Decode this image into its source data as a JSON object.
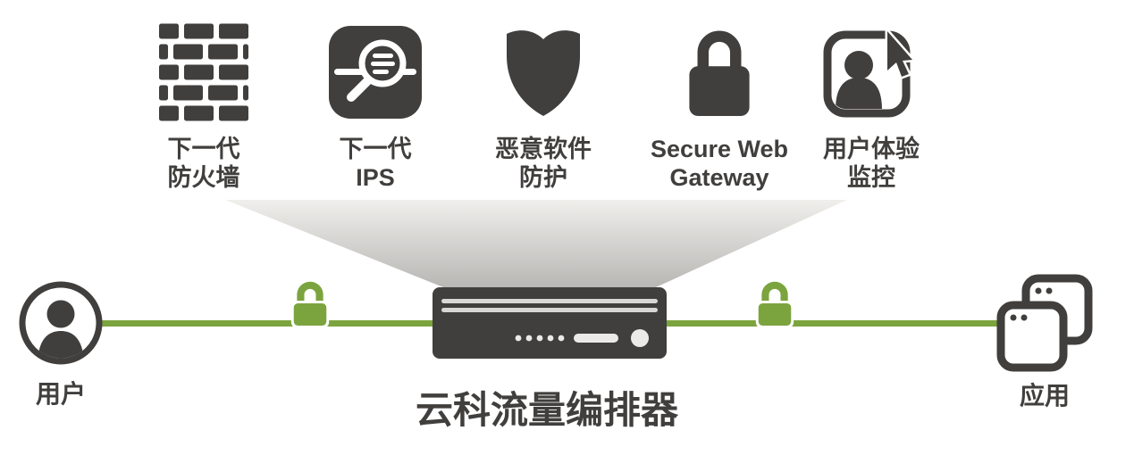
{
  "colors": {
    "dark": "#413f3d",
    "green": "#7ca43e",
    "funnel_top": "#f1efec",
    "funnel_bottom": "#b9b7b4"
  },
  "services": [
    {
      "name": "next-gen-firewall",
      "icon": "firewall-icon",
      "label_line1": "下一代",
      "label_line2": "防火墙"
    },
    {
      "name": "next-gen-ips",
      "icon": "ips-magnifier-icon",
      "label_line1": "下一代",
      "label_line2": "IPS"
    },
    {
      "name": "malware-protection",
      "icon": "shield-icon",
      "label_line1": "恶意软件",
      "label_line2": "防护"
    },
    {
      "name": "secure-web-gateway",
      "icon": "padlock-icon",
      "label_line1": "Secure Web",
      "label_line2": "Gateway"
    },
    {
      "name": "user-experience-monitoring",
      "icon": "user-monitor-icon",
      "label_line1": "用户体验",
      "label_line2": "监控"
    }
  ],
  "endpoints": {
    "user_label": "用户",
    "user_icon": "user-circle-icon",
    "app_label": "应用",
    "app_icon": "apps-windows-icon"
  },
  "orchestrator": {
    "label": "云科流量编排器",
    "icon": "server-appliance-icon",
    "link_icons": [
      "green-padlock-icon",
      "green-padlock-icon"
    ]
  }
}
